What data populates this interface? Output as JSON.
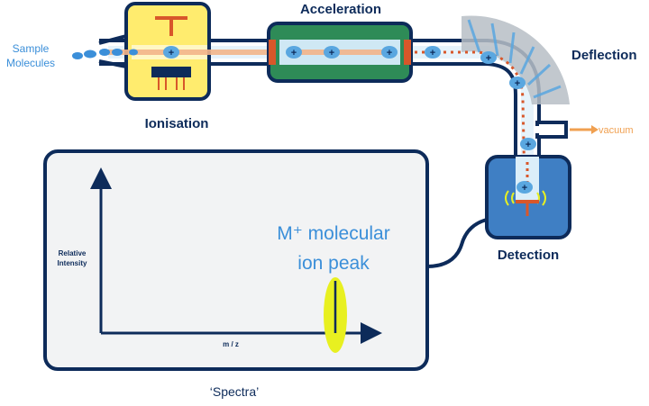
{
  "labels": {
    "sample": [
      "Sample",
      "Molecules"
    ],
    "ionisation": "Ionisation",
    "acceleration": "Acceleration",
    "deflection": "Deflection",
    "vacuum": "vacuum",
    "detection": "Detection",
    "spectra": "‘Spectra’"
  },
  "spectrum": {
    "y_axis_label": [
      "Relative",
      "Intensity"
    ],
    "x_axis_label": "m / z",
    "peak_label": [
      "M⁺ molecular",
      "ion peak"
    ]
  },
  "ion_symbol": "+",
  "colors": {
    "tube_outline": "#0d2b5a",
    "tube_fill": "#ffffff",
    "ionisation_box": "#ffec6e",
    "acceleration_box": "#2e8b57",
    "acceleration_inner": "#cfe8f4",
    "deflection_magnet": "#b7bec6",
    "detection_box": "#3f7fc4",
    "ion": "#5aa7e0",
    "beam": "#f3b58a",
    "plate": "#d8572a",
    "label_blue": "#3b8fd9",
    "label_dark": "#0d2b5a",
    "vacuum_label": "#f0a050",
    "peak_highlight": "#e8f020",
    "spectrum_panel": "#f2f3f4"
  }
}
